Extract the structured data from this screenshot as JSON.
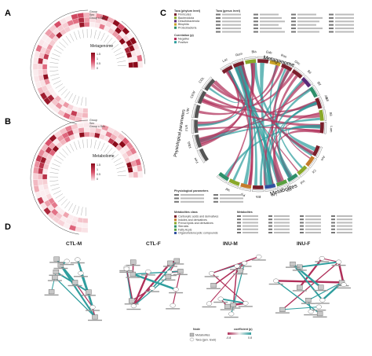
{
  "panels": {
    "A": {
      "letter": "A",
      "label": "Metagenome"
    },
    "B": {
      "letter": "B",
      "label": "Metabolome"
    },
    "C": {
      "letter": "C",
      "arc_top": "Metagenome",
      "arc_left": "Physiological parameters",
      "arc_bottom": "Metabolites"
    },
    "D": {
      "letter": "D"
    }
  },
  "ring_legend": {
    "items": [
      "Group",
      "Sex",
      "Group x Sex"
    ]
  },
  "colorbar_A": {
    "ticks": [
      "1.5",
      "1",
      "0.5",
      "0"
    ],
    "label": "log10(p)"
  },
  "colorbar_B": {
    "ticks": [
      "1.5",
      "1",
      "0.5",
      "0"
    ],
    "label": "log10(p)"
  },
  "legend_C": {
    "taxa_phylum_title": "Taxa (phylum level)",
    "taxa_phylum": [
      {
        "name": "Firmicutes",
        "color": "#7a1f2b"
      },
      {
        "name": "Bacteroidota",
        "color": "#8aa82a"
      },
      {
        "name": "Desulfobacterota",
        "color": "#5a2a7a"
      },
      {
        "name": "Bilophila",
        "color": "#c9a227"
      },
      {
        "name": "Proteobacteria",
        "color": "#2f8f6a"
      }
    ],
    "taxa_genus_title": "Taxa (genus level)",
    "correlation_title": "Correlation (p)",
    "correlation": [
      {
        "name": "Negative",
        "color": "#b0305a"
      },
      {
        "name": "Positive",
        "color": "#2f9e9e"
      }
    ],
    "physio_title": "Physiological parameters",
    "metab_class_title": "Metabolites class",
    "metab_class": [
      {
        "name": "Carboxylic acids and derivatives",
        "color": "#7a1f2b"
      },
      {
        "name": "Indoles and derivatives",
        "color": "#c47a2a"
      },
      {
        "name": "Prenol lipids and derivatives",
        "color": "#8aa82a"
      },
      {
        "name": "Steroids",
        "color": "#2f8f6a"
      },
      {
        "name": "Fatty Acyls",
        "color": "#5aa040"
      },
      {
        "name": "Organoheterocyclic compounds",
        "color": "#3050a0"
      }
    ],
    "metabolites_title": "Metabolites"
  },
  "chord_labels_top": [
    "Lac",
    "Rum",
    "Bla",
    "Eub",
    "Ros",
    "Osc",
    "Bil",
    "Bif",
    "Ali"
  ],
  "chord_labels_left": [
    "Fee",
    "FBG",
    "FLR",
    "LIW",
    "CEW",
    "COL"
  ],
  "chord_labels_bottom": [
    "Ant",
    "Cit",
    "Ind",
    "Gln",
    "Lev",
    "Eth",
    "Pyr",
    "Val"
  ],
  "chord_labels_right": [
    "Bif",
    "Bil",
    "Lum"
  ],
  "networks": [
    {
      "title": "CTL-M"
    },
    {
      "title": "CTL-F"
    },
    {
      "title": "INU-M"
    },
    {
      "title": "INU-F"
    }
  ],
  "network_legend": {
    "node_title": "Node",
    "node_items": [
      "Metabolites",
      "Taxa (gen. level)"
    ],
    "edge_title": "coefficient (p)",
    "edge_ticks": [
      "-0.8",
      "0.8"
    ],
    "edge_colors": [
      "#b0305a",
      "#eeeeee",
      "#2f9e9e"
    ]
  },
  "colors": {
    "heat_dark": "#8b0a1a",
    "heat_mid": "#d9506a",
    "heat_light": "#f7d5da",
    "neg": "#b0305a",
    "pos": "#2f9e9e"
  }
}
